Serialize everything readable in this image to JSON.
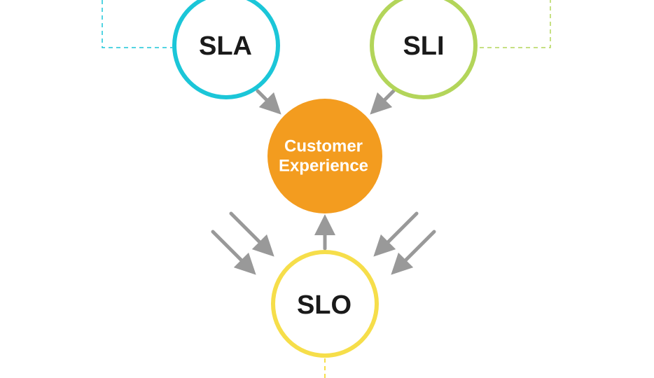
{
  "nodes": {
    "sla": {
      "label": "SLA",
      "color": "#1bc6d8"
    },
    "sli": {
      "label": "SLI",
      "color": "#b3d55a"
    },
    "slo": {
      "label": "SLO",
      "color": "#f6de4a"
    },
    "customer_experience": {
      "line1": "Customer",
      "line2": "Experience",
      "color": "#f39c1f"
    }
  },
  "arrow_color": "#999999",
  "connector_style": "dashed"
}
